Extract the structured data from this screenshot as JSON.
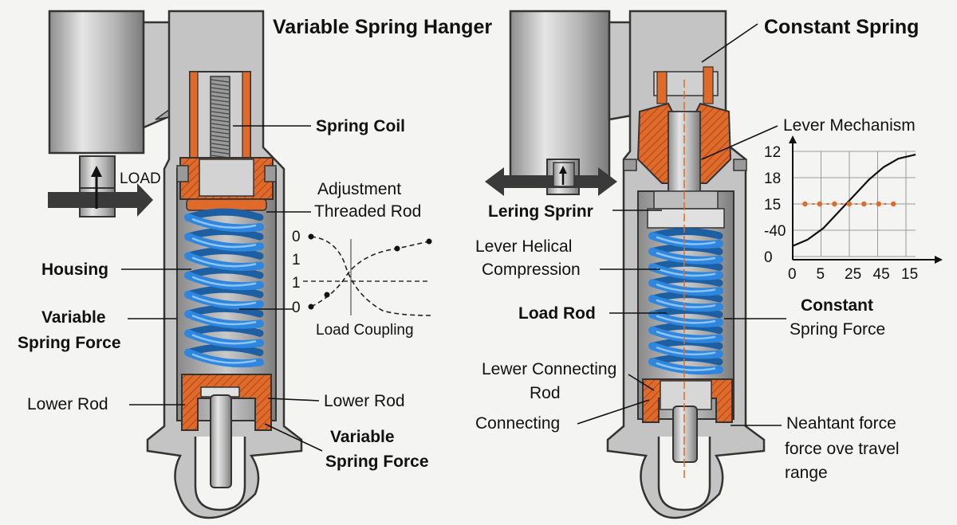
{
  "titles": {
    "left": "Variable Spring Hanger",
    "right": "Constant Spring"
  },
  "left_labels": {
    "load": "LOAD",
    "spring_coil": "Spring Coil",
    "adjustment_line1": "Adjustment",
    "adjustment_line2": "Threaded Rod",
    "housing": "Housing",
    "variable_force_line1": "Variable",
    "variable_force_line2": "Spring Force",
    "lower_rod_left": "Lower Rod",
    "lower_rod_right": "Lower Rod",
    "variable_force2_line1": "Variable",
    "variable_force2_line2": "Spring Force"
  },
  "coupling_inset": {
    "caption": "Load Coupling",
    "left_ticks": [
      "0",
      "1",
      "1",
      "0"
    ]
  },
  "right_labels": {
    "lever_mechanism": "Lever Mechanism",
    "lering_sprinr": "Lering Sprinr",
    "lever_helical_line1": "Lever Helical",
    "lever_helical_line2": "Compression",
    "load_rod": "Load Rod",
    "constant_force_line1": "Constant",
    "constant_force_line2": "Spring Force",
    "lewer_connecting_line1": "Lewer Connecting",
    "lewer_connecting_line2": "Rod",
    "connecting": "Connecting",
    "neahtant_line1": "Neahtant force",
    "neahtant_line2": "force ove travel",
    "neahtant_line3": "range"
  },
  "chart_data": {
    "type": "line",
    "title": "",
    "xlabel": "",
    "ylabel": "",
    "x_tick_labels": [
      "0",
      "5",
      "25",
      "45",
      "15"
    ],
    "y_tick_labels": [
      "12",
      "18",
      "15",
      "-40",
      "0"
    ],
    "grid": true,
    "series": [
      {
        "style": "solid-black",
        "x": [
          0,
          0.12,
          0.25,
          0.37,
          0.5,
          0.62,
          0.74,
          0.86,
          1.0
        ],
        "y": [
          0.1,
          0.16,
          0.27,
          0.42,
          0.58,
          0.73,
          0.85,
          0.93,
          0.97
        ]
      },
      {
        "style": "orange-dotted",
        "x": [
          0.1,
          0.22,
          0.34,
          0.46,
          0.58,
          0.7,
          0.82
        ],
        "y": [
          0.5,
          0.5,
          0.5,
          0.5,
          0.5,
          0.5,
          0.5
        ]
      }
    ]
  },
  "colors": {
    "spring_blue": "#2e86de",
    "fitting_orange": "#e06a2a",
    "housing_gray": "#b9b9b9",
    "arrow_dark": "#3a3a3a"
  }
}
